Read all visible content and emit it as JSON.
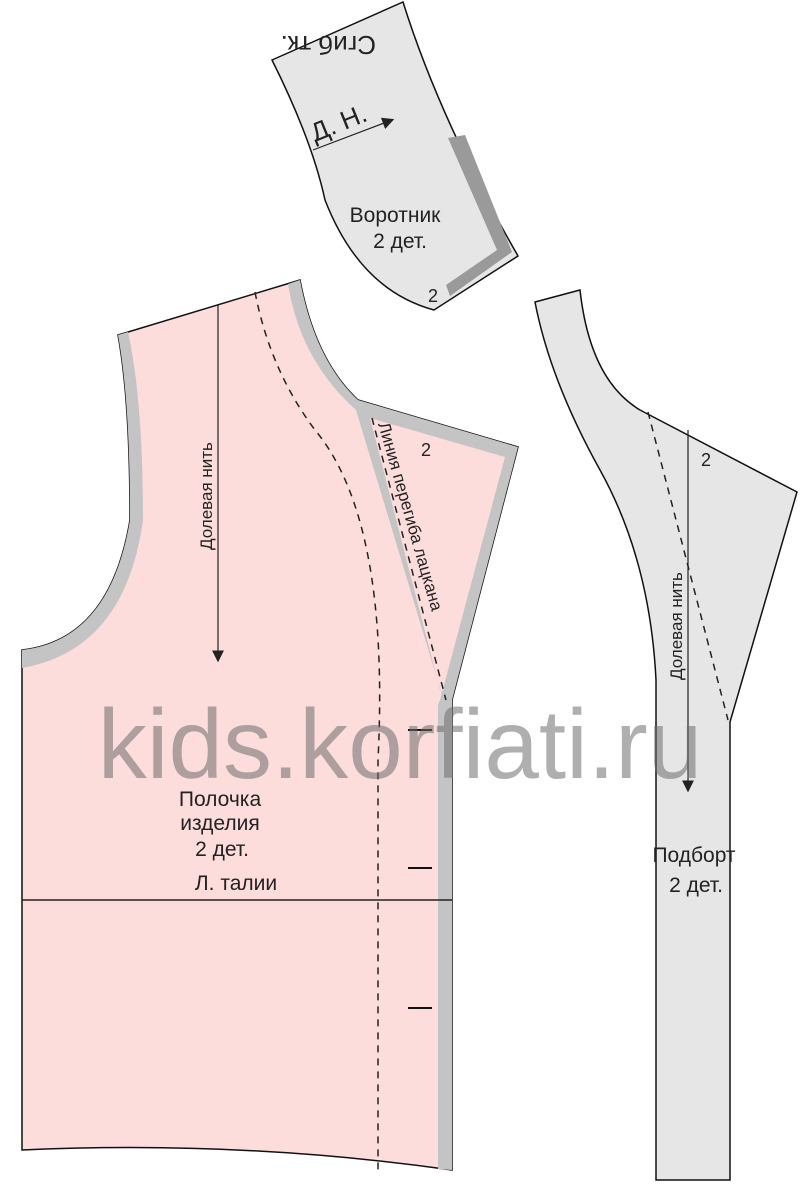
{
  "collar": {
    "fold_label": "Сгиб тк.",
    "grain_label": "Д. Н.",
    "name": "Воротник",
    "count": "2 дет.",
    "notch": "2"
  },
  "front": {
    "grain_label": "Долевая нить",
    "lapel_label": "Линия перегиба лацкана",
    "name_line1": "Полочка",
    "name_line2": "изделия",
    "count": "2 дет.",
    "waist_label": "Л. талии",
    "notch": "2"
  },
  "facing": {
    "grain_label": "Долевая нить",
    "name": "Подборт",
    "count": "2 дет.",
    "notch": "2"
  },
  "watermark": "kids.korfiati.ru",
  "colors": {
    "front_fill": "#fddcdc",
    "facing_fill": "#e6e6e6",
    "seam": "#c4c4c4",
    "collar_seam": "#9a9a9a"
  }
}
